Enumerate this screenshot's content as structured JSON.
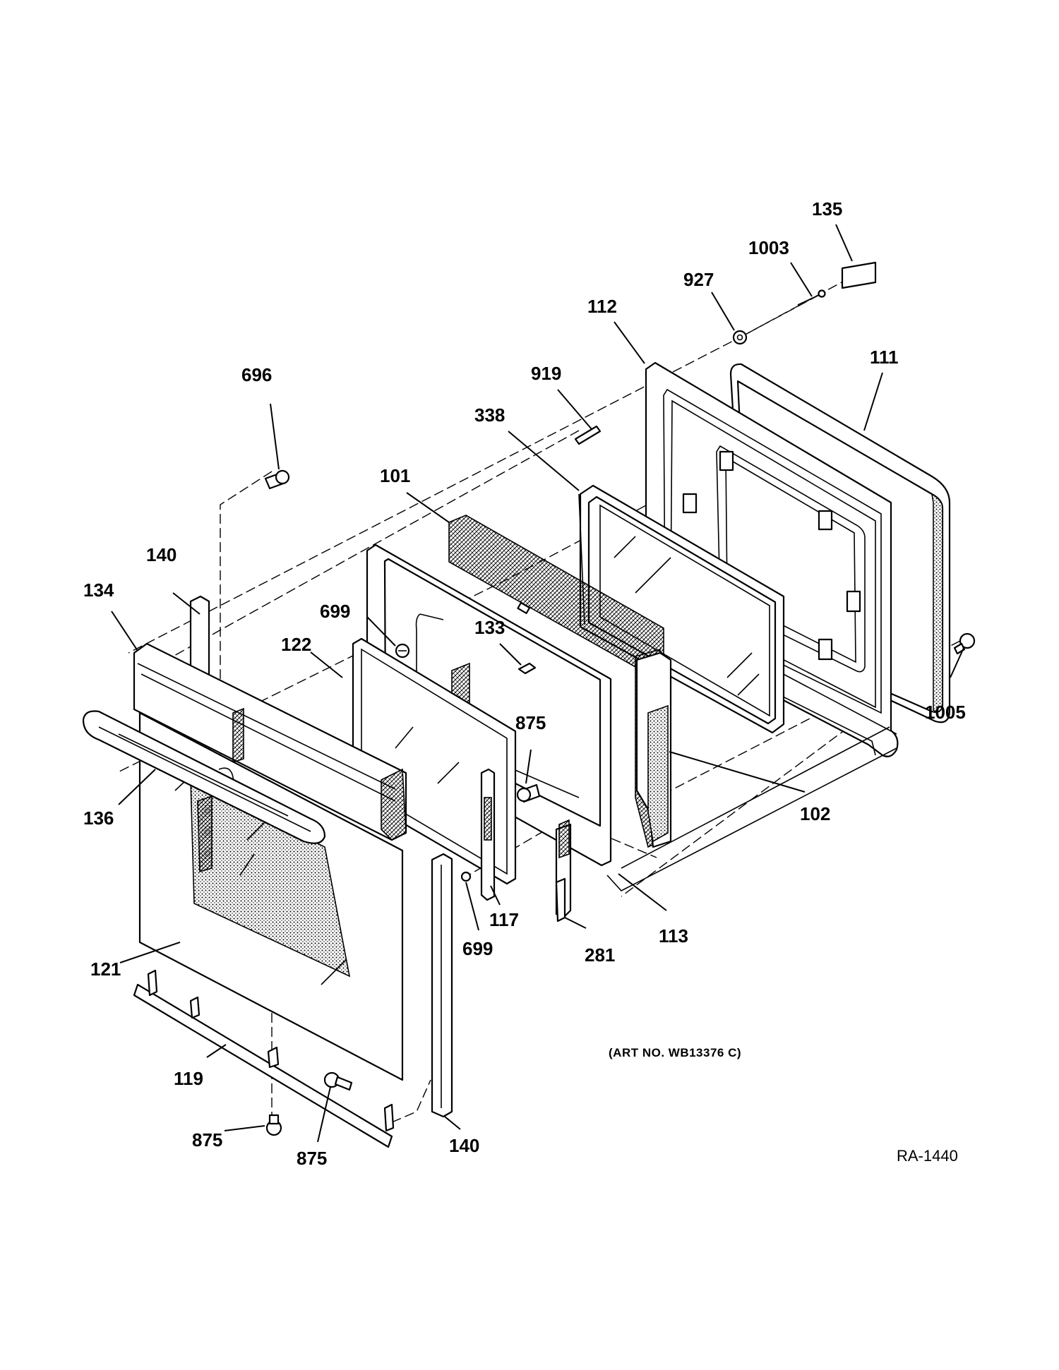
{
  "callouts": {
    "c135": "135",
    "c1003": "1003",
    "c927": "927",
    "c112": "112",
    "c111": "111",
    "c919": "919",
    "c338": "338",
    "c696": "696",
    "c101": "101",
    "c140a": "140",
    "c134": "134",
    "c699a": "699",
    "c133": "133",
    "c122": "122",
    "c1005": "1005",
    "c875a": "875",
    "c136": "136",
    "c102": "102",
    "c117": "117",
    "c699b": "699",
    "c281": "281",
    "c113": "113",
    "c121": "121",
    "c119": "119",
    "c875b": "875",
    "c875c": "875",
    "c140b": "140"
  },
  "art_number": "(ART NO. WB13376 C)",
  "drawing_code": "RA-1440"
}
